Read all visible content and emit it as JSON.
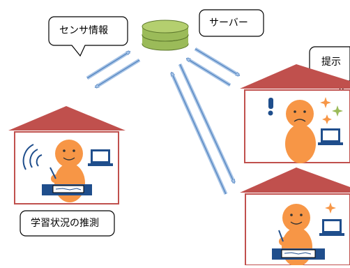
{
  "labels": {
    "sensor_info": "センサ情報",
    "server": "サーバー",
    "presentation": "提示",
    "learning_status_estimation": "学習状況の推測"
  },
  "colors": {
    "house_roof": "#c0504d",
    "house_wall_stroke": "#c0504d",
    "person": "#f79646",
    "server_disk": "#9bbb59",
    "server_disk_edge": "#5f7a2e",
    "arrow_fill": "#a6c3e6",
    "arrow_stroke": "#4f81bd",
    "laptop": "#1f4e8c",
    "callout_stroke": "#000000",
    "alert_icon": "#1f4e8c",
    "sparkle_orange": "#f79646",
    "sparkle_green": "#9bbb59"
  },
  "icons": [
    "server-icon",
    "house-icon",
    "person-icon",
    "laptop-icon",
    "wifi-icon",
    "exclamation-icon",
    "sparkle-icon",
    "tablet-icon"
  ]
}
